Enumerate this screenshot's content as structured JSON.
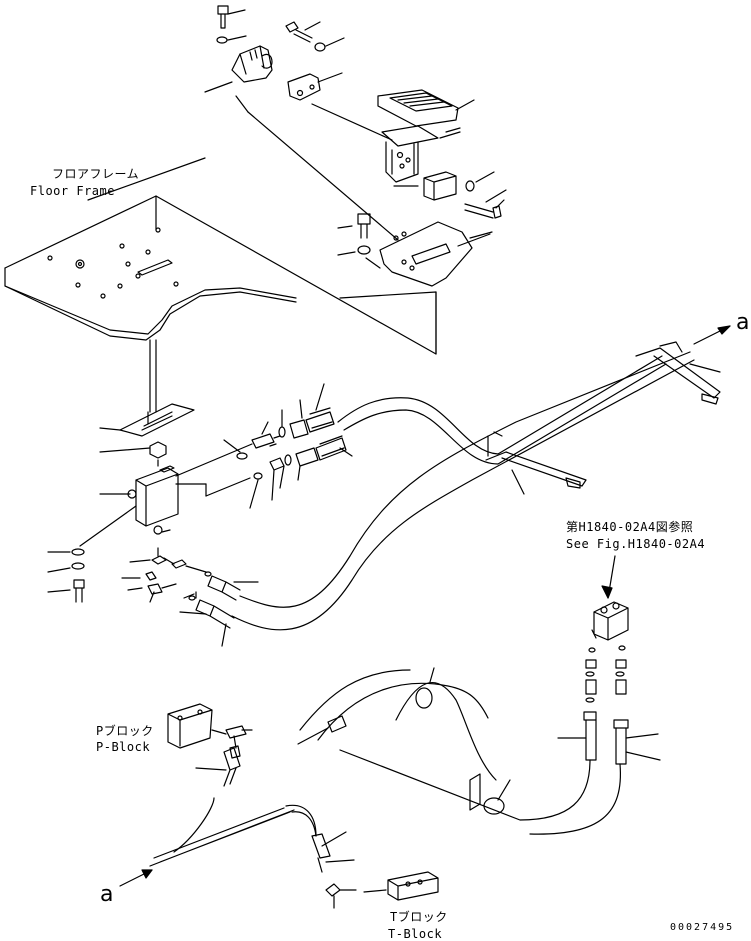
{
  "labels": {
    "floor_frame_jp": "フロアフレーム",
    "floor_frame_en": "Floor Frame",
    "see_fig_jp": "第H1840-02A4図参照",
    "see_fig_en": "See Fig.H1840-02A4",
    "p_block_jp": "Pブロック",
    "p_block_en": "P-Block",
    "t_block_jp": "Tブロック",
    "t_block_en": "T-Block",
    "ref_a_top": "a",
    "ref_a_bottom": "a",
    "drawing_number": "00027495"
  }
}
